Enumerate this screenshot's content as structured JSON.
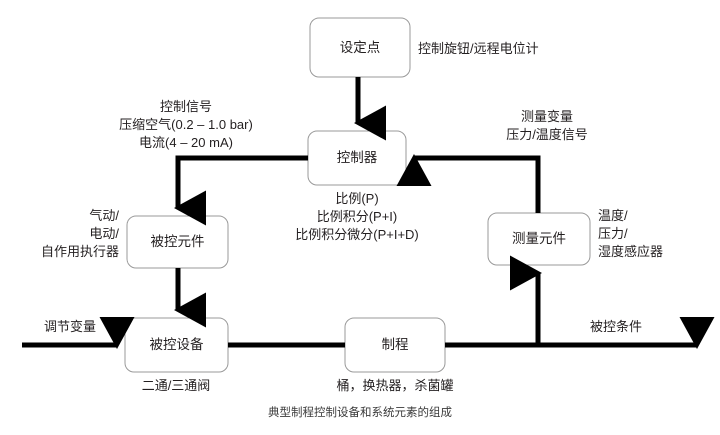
{
  "diagram": {
    "caption": "典型制程控制设备和系统元素的组成",
    "boxes": {
      "setpoint": "设定点",
      "controller": "控制器",
      "controlled_element": "被控元件",
      "measuring_element": "测量元件",
      "controlled_device": "被控设备",
      "process": "制程"
    },
    "annotations": {
      "setpoint_note": "控制旋钮/远程电位计",
      "control_signal_line1": "控制信号",
      "control_signal_line2": "压缩空气(0.2 – 1.0 bar)",
      "control_signal_line3": "电流(4 – 20 mA)",
      "measured_variable_line1": "测量变量",
      "measured_variable_line2": "压力/温度信号",
      "actuator_line1": "气动/",
      "actuator_line2": "电动/",
      "actuator_line3": "自作用执行器",
      "sensor_line1": "温度/",
      "sensor_line2": "压力/",
      "sensor_line3": "湿度感应器",
      "controller_mode_line1": "比例(P)",
      "controller_mode_line2": "比例积分(P+I)",
      "controller_mode_line3": "比例积分微分(P+I+D)",
      "manipulated_variable": "调节变量",
      "valve_note": "二通/三通阀",
      "process_note": "桶，换热器，杀菌罐",
      "controlled_condition": "被控条件"
    },
    "colors": {
      "line": "#000000",
      "box_border": "#9a9a9a",
      "text": "#231f20",
      "background": "#ffffff"
    }
  }
}
